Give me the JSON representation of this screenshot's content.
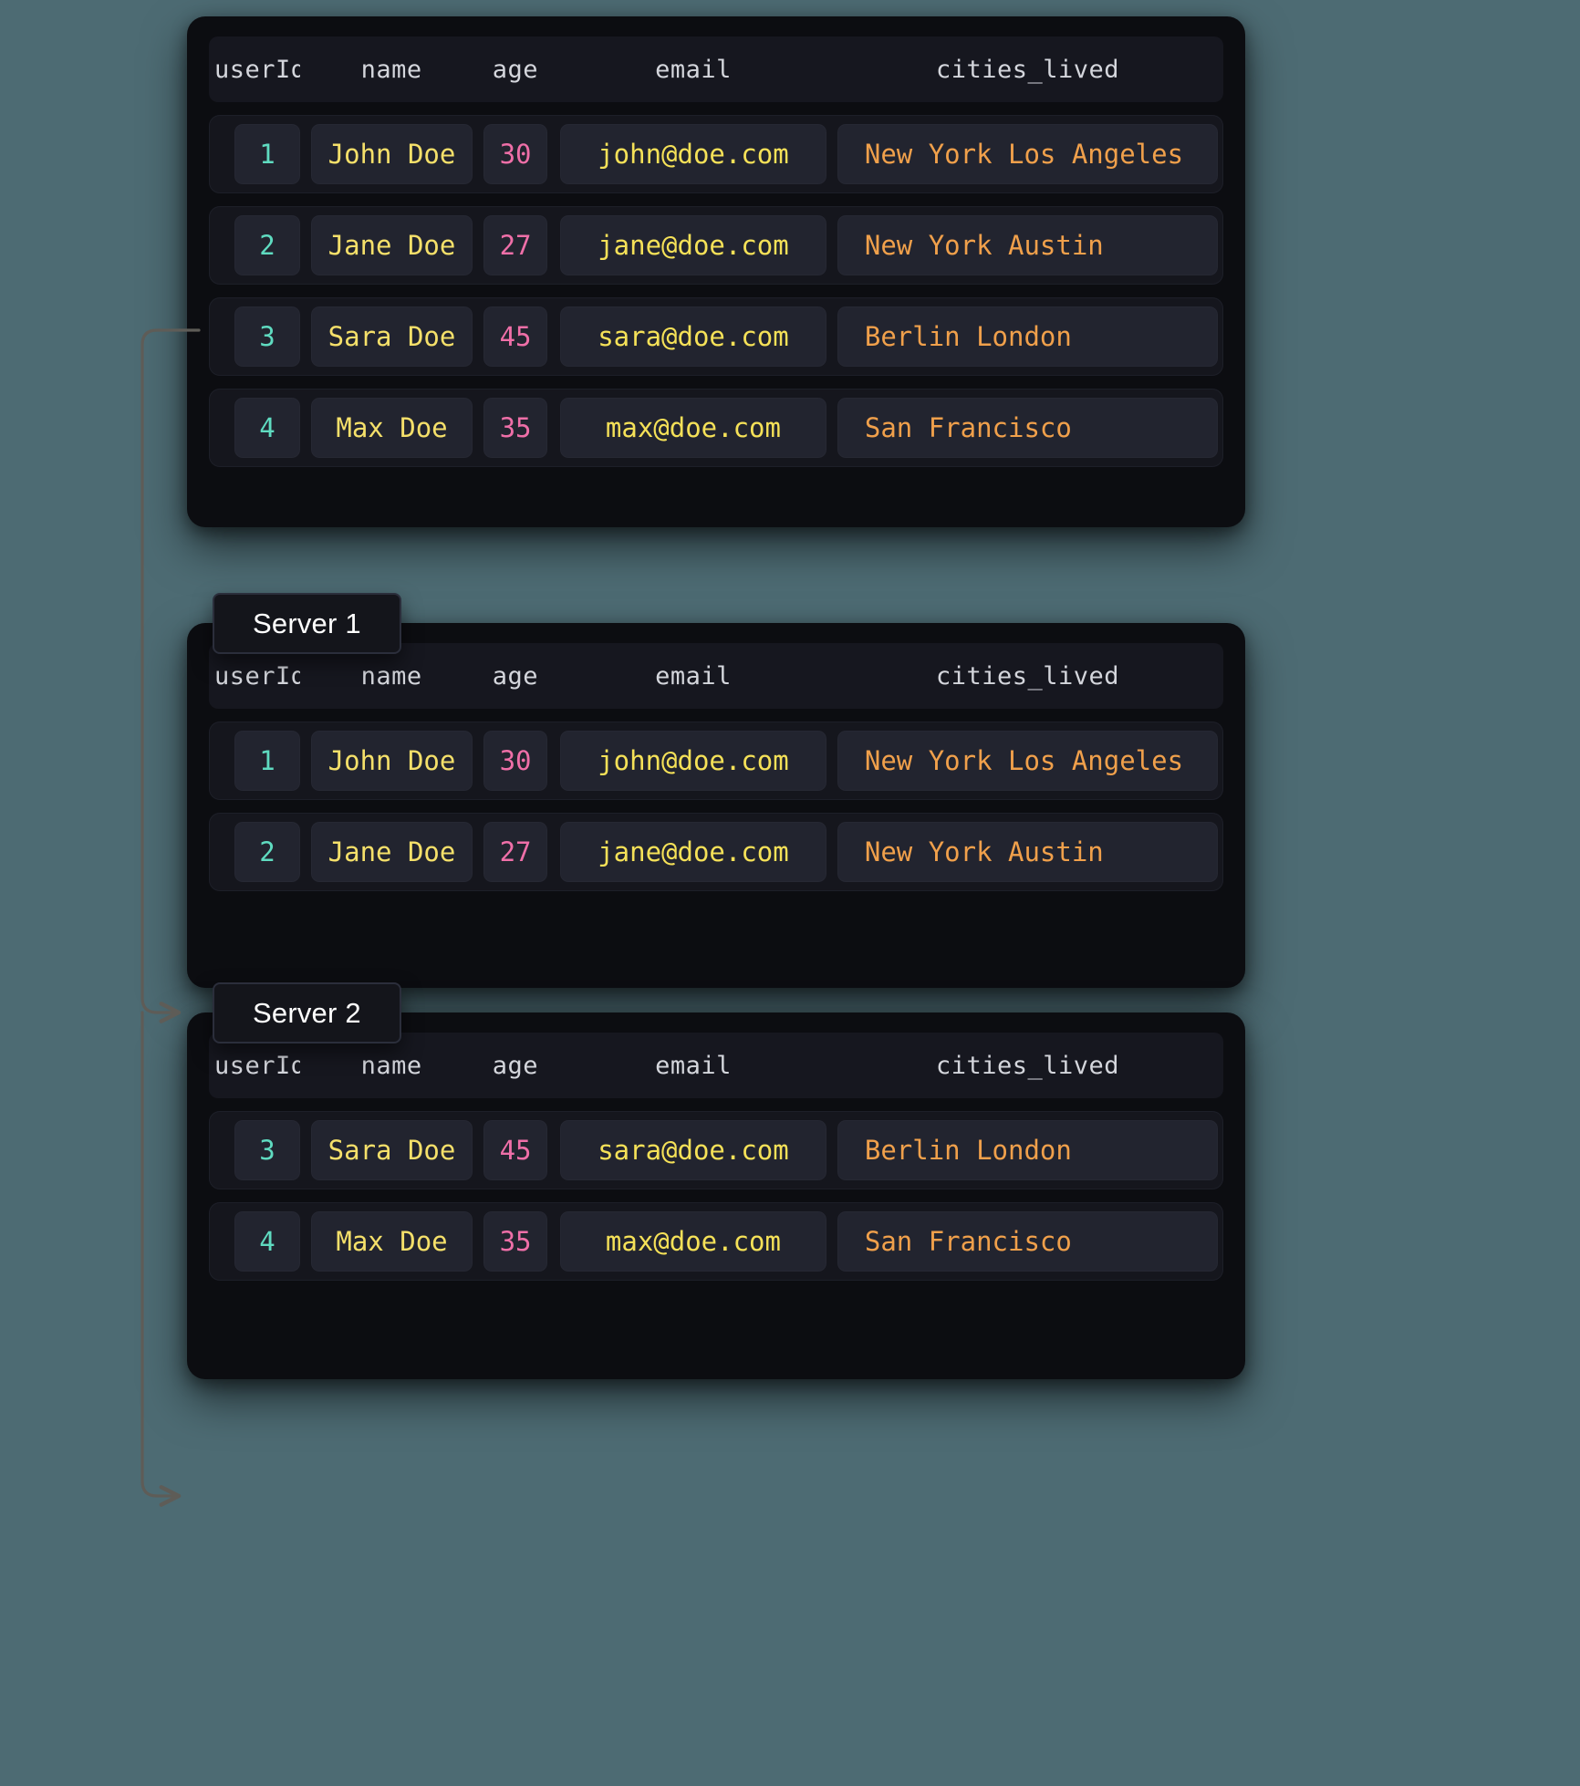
{
  "background_color": "#4d6b73",
  "colors": {
    "panel": "#0c0d11",
    "row": "#15161d",
    "cell": "#22242f",
    "header_bg": "#16171f",
    "header_text": "#d4d6dc",
    "userid": "#5fdbc0",
    "name": "#f5e06a",
    "age": "#ef6fa8",
    "email": "#f5e158",
    "cities": "#f0a04b",
    "connector": "#5e5c57",
    "tab_text": "#ffffff"
  },
  "columns": [
    "userId",
    "name",
    "age",
    "email",
    "cities_lived"
  ],
  "source_table": {
    "title": "",
    "rows": [
      {
        "userId": "1",
        "name": "John Doe",
        "age": "30",
        "email": "john@doe.com",
        "cities_lived": "New York Los Angeles"
      },
      {
        "userId": "2",
        "name": "Jane Doe",
        "age": "27",
        "email": "jane@doe.com",
        "cities_lived": "New York  Austin"
      },
      {
        "userId": "3",
        "name": "Sara Doe",
        "age": "45",
        "email": "sara@doe.com",
        "cities_lived": "Berlin  London"
      },
      {
        "userId": "4",
        "name": "Max Doe",
        "age": "35",
        "email": "max@doe.com",
        "cities_lived": "San Francisco"
      }
    ]
  },
  "server1": {
    "label": "Server 1",
    "rows": [
      {
        "userId": "1",
        "name": "John Doe",
        "age": "30",
        "email": "john@doe.com",
        "cities_lived": "New York Los Angeles"
      },
      {
        "userId": "2",
        "name": "Jane Doe",
        "age": "27",
        "email": "jane@doe.com",
        "cities_lived": "New York  Austin"
      }
    ]
  },
  "server2": {
    "label": "Server 2",
    "rows": [
      {
        "userId": "3",
        "name": "Sara Doe",
        "age": "45",
        "email": "sara@doe.com",
        "cities_lived": "Berlin  London"
      },
      {
        "userId": "4",
        "name": "Max Doe",
        "age": "35",
        "email": "max@doe.com",
        "cities_lived": "San Francisco"
      }
    ]
  }
}
